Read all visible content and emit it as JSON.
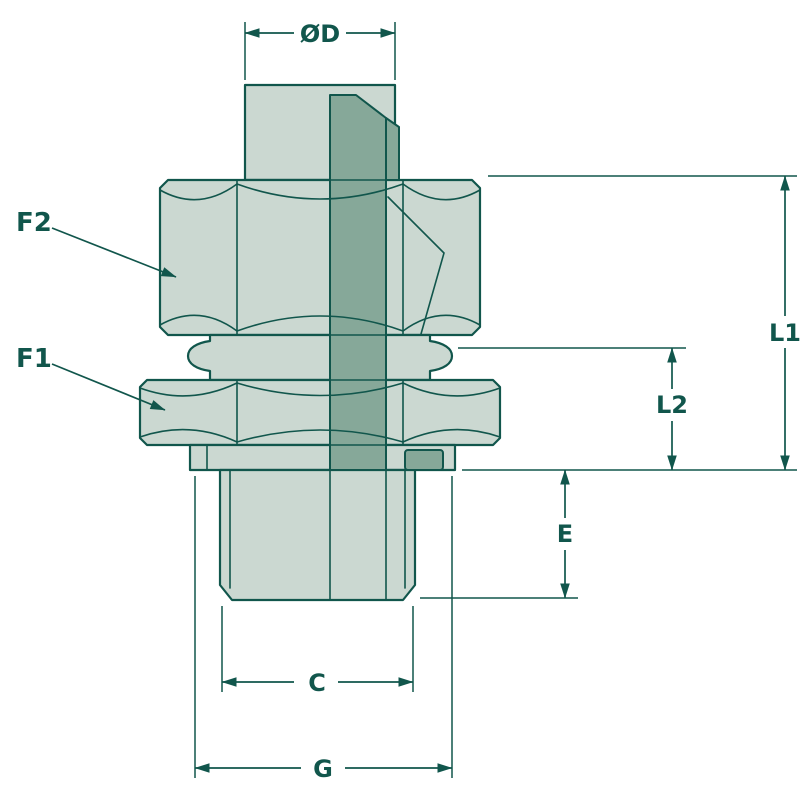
{
  "diagram": {
    "type": "technical-drawing",
    "subject": "threaded-fitting-cross-section",
    "labels": {
      "od": "ØD",
      "f2": "F2",
      "f1": "F1",
      "l1": "L1",
      "l2": "L2",
      "e": "E",
      "c": "C",
      "g": "G"
    },
    "colors": {
      "line": "#11564c",
      "fill_light": "#cbd8d1",
      "fill_dark": "#86a899",
      "background": "#ffffff"
    }
  }
}
